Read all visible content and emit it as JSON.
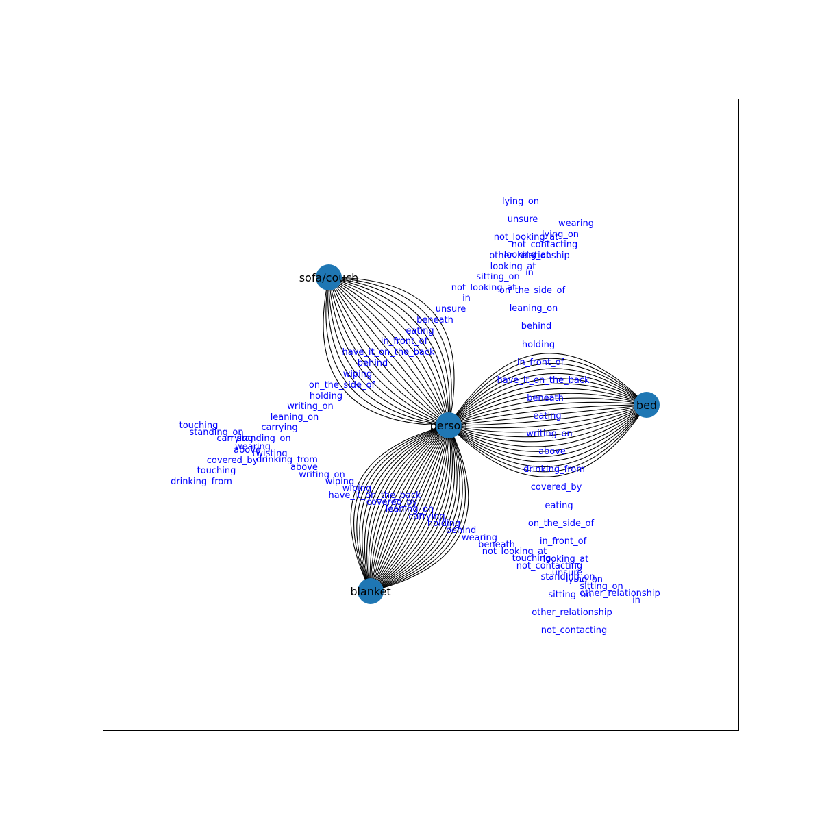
{
  "nodes": [
    {
      "id": "person",
      "label": "person"
    },
    {
      "id": "bed",
      "label": "bed"
    },
    {
      "id": "sofa",
      "label": "sofa/couch"
    },
    {
      "id": "blanket",
      "label": "blanket"
    }
  ],
  "edge_groups": [
    {
      "source": "person",
      "target": "bed",
      "relations": [
        "touching",
        "sitting_on",
        "unsure",
        "standing_on",
        "lying_on",
        "not_contacting",
        "in",
        "looking_at",
        "not_looking_at",
        "other_relationship",
        "holding",
        "writing_on",
        "beneath",
        "eating",
        "drinking_from",
        "in_front_of",
        "behind",
        "wiping",
        "leaning_on",
        "carrying",
        "wearing",
        "above",
        "covered_by",
        "have_it_on_the_back",
        "on_the_side_of"
      ]
    },
    {
      "source": "person",
      "target": "sofa",
      "relations": [
        "lying_on",
        "unsure",
        "not_looking_at",
        "looking_at",
        "in",
        "sitting_on",
        "leaning_on",
        "wiping",
        "behind",
        "have_it_on_the_back",
        "in_front_of",
        "eating",
        "beneath",
        "holding",
        "on_the_side_of",
        "writing_on",
        "carrying",
        "standing_on",
        "touching"
      ]
    },
    {
      "source": "person",
      "target": "blanket",
      "relations": [
        "wearing",
        "lying_on",
        "not_contacting",
        "other_relationship",
        "in",
        "on_the_side_of",
        "not_looking_at",
        "sitting_on",
        "standing_on",
        "unsure",
        "looking_at",
        "in_front_of",
        "beneath",
        "behind",
        "holding",
        "leaning_on",
        "eating",
        "have_it_on_the_back",
        "covered_by",
        "writing_on",
        "wiping",
        "above",
        "twisting",
        "drinking_from",
        "carrying",
        "covered_by",
        "touching",
        "drinking_from",
        "other_relationship",
        "not_contacting"
      ]
    }
  ],
  "edge_label_texts": [
    "lying_on",
    "unsure",
    "wearing",
    "lying_on",
    "not_looking_at",
    "not_contacting",
    "other_relationship",
    "looking_at",
    "looking_at",
    "in",
    "sitting_on",
    "on_the_side_of",
    "not_looking_at",
    "in",
    "unsure",
    "leaning_on",
    "beneath",
    "behind",
    "eating",
    "in_front_of",
    "holding",
    "have_it_on_the_back",
    "behind",
    "in_front_of",
    "wiping",
    "have_it_on_the_back",
    "on_the_side_of",
    "holding",
    "beneath",
    "writing_on",
    "eating",
    "leaning_on",
    "touching",
    "carrying",
    "standing_on",
    "writing_on",
    "carrying",
    "standing_on",
    "wearing",
    "above",
    "above",
    "twisting",
    "covered_by",
    "drinking_from",
    "touching",
    "drinking_from",
    "above",
    "drinking_from",
    "writing_on",
    "covered_by",
    "wiping",
    "wiping",
    "have_it_on_the_back",
    "eating",
    "covered_by",
    "leaning_on",
    "on_the_side_of",
    "carrying",
    "holding",
    "behind",
    "in_front_of",
    "wearing",
    "beneath",
    "not_looking_at",
    "looking_at",
    "touching",
    "not_contacting",
    "unsure",
    "standing_on",
    "lying_on",
    "sitting_on",
    "sitting_on",
    "other_relationship",
    "in",
    "other_relationship",
    "not_contacting"
  ]
}
